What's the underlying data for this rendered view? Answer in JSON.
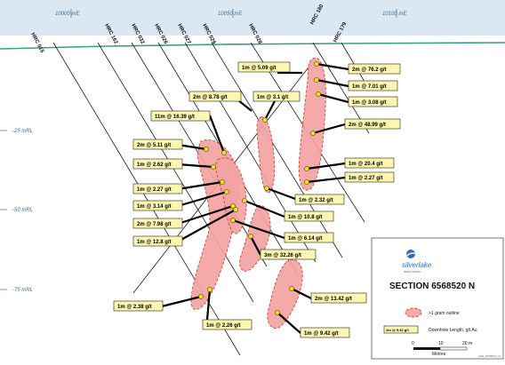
{
  "header": {
    "eastings": [
      "10000 mE",
      "10050 mE",
      "10100 mE"
    ]
  },
  "rl_labels": [
    "-25 mRL",
    "-50 mRL",
    "-75 mRL"
  ],
  "holes": [
    "HRC 015",
    "HRC 162",
    "HRC 032",
    "HRC 026",
    "HRC 027",
    "HRC 029",
    "HRC 028",
    "HRC 180",
    "HRC 179"
  ],
  "annotations": [
    "1m @ 5.09 g/t",
    "2m @ 76.2 g/t",
    "1m @ 7.01 g/t",
    "1m @ 3.08 g/t",
    "2m @ 8.78 g/t",
    "1m @ 3.1 g/t",
    "11m @ 16.39 g/t",
    "2m @ 48.99 g/t",
    "2m @ 5.11 g/t",
    "1m @ 2.62 g/t",
    "1m @ 20.4 g/t",
    "1m @ 2.27 g/t",
    "1m @ 2.27 g/t",
    "1m @ 2.32 g/t",
    "1m @ 3.14 g/t",
    "1m @ 10.8 g/t",
    "2m @ 7.98 g/t",
    "1m @ 6.14 g/t",
    "1m @ 12.8 g/t",
    "3m @ 32.26 g/t",
    "2m @ 13.42 g/t",
    "1m @ 2.38 g/t",
    "1m @ 2.26 g/t",
    "1m @ 9.42 g/t"
  ],
  "legend": {
    "logo_text": "silverlake",
    "logo_sub": "RESOURCES",
    "section_title": "SECTION 6568520 N",
    "shape_label": ">1 gram outline",
    "sample_box": "1m @ 9.42 g/t",
    "downhole_label": "Downhole Length, g/t Au",
    "scale_ticks": [
      "0",
      "10",
      "20 m"
    ],
    "scale_unit": "Metres",
    "footer": "GSE_6568520_v1.t"
  },
  "colors": {
    "ore_fill": "#f3a3a1",
    "ore_outline": "#c0392b",
    "assay_box": "#fbf7b0",
    "sample_dot": "#f2e600",
    "topography": "#3a9e8c"
  }
}
